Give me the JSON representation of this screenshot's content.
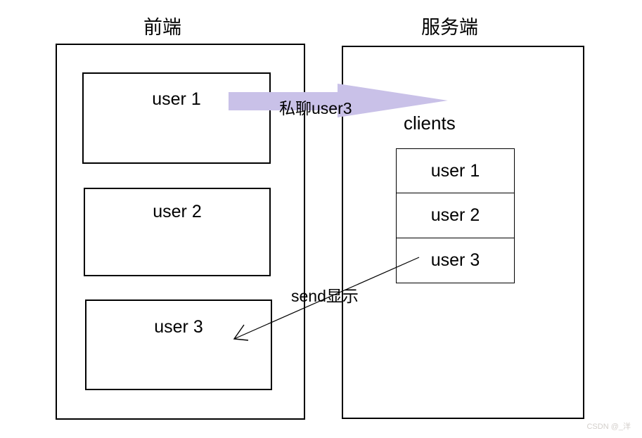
{
  "diagram": {
    "frontend": {
      "title": "前端",
      "users": [
        "user 1",
        "user 2",
        "user 3"
      ]
    },
    "server": {
      "title": "服务端",
      "clients_label": "clients",
      "clients": [
        "user 1",
        "user 2",
        "user 3"
      ]
    },
    "arrows": {
      "private_chat_label": "私聊user3",
      "send_label": "send显示"
    },
    "watermark": "CSDN @_洋",
    "colors": {
      "arrow_fill": "#c9c1e8",
      "line_color": "#000000",
      "watermark_color": "#d3cfcb"
    }
  }
}
